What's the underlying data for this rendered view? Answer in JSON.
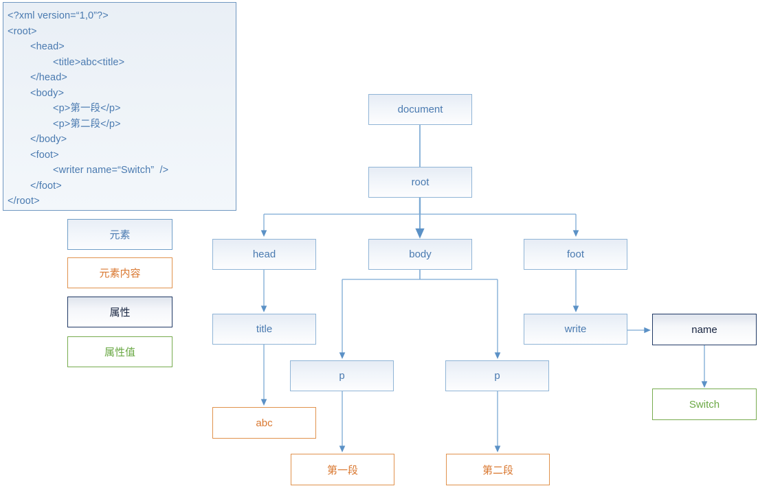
{
  "xml_panel": {
    "name": "xml-source",
    "code": "<?xml version=“1,0”?>\n<root>\n        <head>\n                <title>abc<title>\n        </head>\n        <body>\n                <p>第一段</p>\n                <p>第二段</p>\n        </body>\n        <foot>\n                <writer name=“Switch”  />\n        </foot>\n</root>"
  },
  "legend": {
    "items": [
      {
        "key": "element",
        "label": "元素",
        "color": "#4a7ab0",
        "border": "#6f9dc7"
      },
      {
        "key": "content",
        "label": "元素内容",
        "color": "#d9772f",
        "border": "#e0914c"
      },
      {
        "key": "attr",
        "label": "属性",
        "color": "#16233f",
        "border": "#1f3864"
      },
      {
        "key": "attrval",
        "label": "属性值",
        "color": "#6aa844",
        "border": "#76ab4d"
      }
    ]
  },
  "tree": {
    "nodes": [
      {
        "id": "document",
        "label": "document",
        "kind": "element"
      },
      {
        "id": "root",
        "label": "root",
        "kind": "element"
      },
      {
        "id": "head",
        "label": "head",
        "kind": "element"
      },
      {
        "id": "body",
        "label": "body",
        "kind": "element"
      },
      {
        "id": "foot",
        "label": "foot",
        "kind": "element"
      },
      {
        "id": "title",
        "label": "title",
        "kind": "element"
      },
      {
        "id": "write",
        "label": "write",
        "kind": "element"
      },
      {
        "id": "name",
        "label": "name",
        "kind": "attr"
      },
      {
        "id": "p1",
        "label": "p",
        "kind": "element"
      },
      {
        "id": "p2",
        "label": "p",
        "kind": "element"
      },
      {
        "id": "abc",
        "label": "abc",
        "kind": "content"
      },
      {
        "id": "para1",
        "label": "第一段",
        "kind": "content"
      },
      {
        "id": "para2",
        "label": "第二段",
        "kind": "content"
      },
      {
        "id": "switch",
        "label": "Switch",
        "kind": "attrval"
      }
    ],
    "edges": [
      {
        "from": "document",
        "to": "root"
      },
      {
        "from": "root",
        "to": "head"
      },
      {
        "from": "root",
        "to": "body"
      },
      {
        "from": "root",
        "to": "foot"
      },
      {
        "from": "head",
        "to": "title"
      },
      {
        "from": "body",
        "to": "p1"
      },
      {
        "from": "body",
        "to": "p2"
      },
      {
        "from": "foot",
        "to": "write"
      },
      {
        "from": "title",
        "to": "abc"
      },
      {
        "from": "p1",
        "to": "para1"
      },
      {
        "from": "p2",
        "to": "para2"
      },
      {
        "from": "write",
        "to": "name"
      },
      {
        "from": "name",
        "to": "switch"
      }
    ],
    "edge_color": "#7ba9d4"
  }
}
